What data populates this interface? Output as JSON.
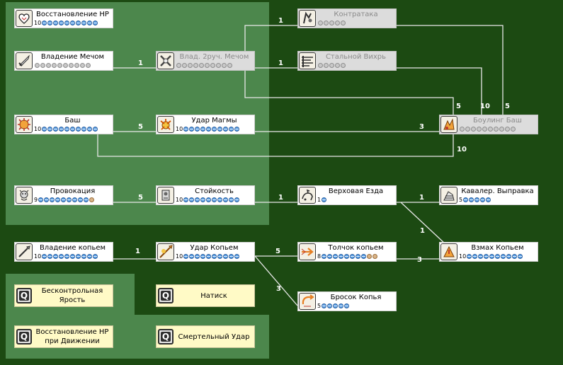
{
  "colors": {
    "background": "#1c4a12",
    "zone": "#4c874c",
    "link": "#e8e8e8",
    "level_dot": "#5aa0e6",
    "passive_card": "#fffac6"
  },
  "skills": [
    {
      "id": "hp-recovery",
      "name": "Восстановление HP",
      "level": "10",
      "max": 10,
      "bonus": 0,
      "disabled": false,
      "icon": "heart-icon"
    },
    {
      "id": "sword-mastery",
      "name": "Владение Мечом",
      "level": "",
      "max": 10,
      "bonus": 0,
      "disabled": false,
      "icon": "sword-icon"
    },
    {
      "id": "two-hand-sword-mastery",
      "name": "Влад. 2руч. Мечом",
      "level": "",
      "max": 10,
      "bonus": 0,
      "disabled": true,
      "icon": "crossed-swords-icon"
    },
    {
      "id": "counter-attack",
      "name": "Контратака",
      "level": "",
      "max": 5,
      "bonus": 0,
      "disabled": true,
      "icon": "counter-attack-icon"
    },
    {
      "id": "steel-whirlwind",
      "name": "Стальной Вихрь",
      "level": "",
      "max": 5,
      "bonus": 0,
      "disabled": true,
      "icon": "whirlwind-icon"
    },
    {
      "id": "bash",
      "name": "Баш",
      "level": "10",
      "max": 10,
      "bonus": 0,
      "disabled": false,
      "icon": "bash-icon"
    },
    {
      "id": "magnum-break",
      "name": "Удар Магмы",
      "level": "10",
      "max": 10,
      "bonus": 0,
      "disabled": false,
      "icon": "magma-icon"
    },
    {
      "id": "bowling-bash",
      "name": "Боулинг Баш",
      "level": "",
      "max": 10,
      "bonus": 0,
      "disabled": true,
      "icon": "bowling-bash-icon"
    },
    {
      "id": "provoke",
      "name": "Провокация",
      "level": "9",
      "max": 10,
      "bonus": 1,
      "disabled": false,
      "icon": "provoke-icon"
    },
    {
      "id": "endure",
      "name": "Стойкость",
      "level": "10",
      "max": 10,
      "bonus": 0,
      "disabled": false,
      "icon": "endure-icon"
    },
    {
      "id": "riding",
      "name": "Верховая Езда",
      "level": "1",
      "max": 1,
      "bonus": 0,
      "disabled": false,
      "icon": "riding-icon"
    },
    {
      "id": "cavalier-mastery",
      "name": "Кавалер. Выправка",
      "level": "5",
      "max": 5,
      "bonus": 0,
      "disabled": false,
      "icon": "cavalier-icon"
    },
    {
      "id": "spear-mastery",
      "name": "Владение копьем",
      "level": "10",
      "max": 10,
      "bonus": 0,
      "disabled": false,
      "icon": "spear-icon"
    },
    {
      "id": "spear-stab",
      "name": "Удар Копьем",
      "level": "10",
      "max": 10,
      "bonus": 0,
      "disabled": false,
      "icon": "spear-stab-icon"
    },
    {
      "id": "pierce",
      "name": "Толчок копьем",
      "level": "8",
      "max": 10,
      "bonus": 2,
      "disabled": false,
      "icon": "pierce-icon"
    },
    {
      "id": "brandish-spear",
      "name": "Взмах Копьем",
      "level": "10",
      "max": 10,
      "bonus": 0,
      "disabled": false,
      "icon": "brandish-icon"
    },
    {
      "id": "spear-boomerang",
      "name": "Бросок Копья",
      "level": "5",
      "max": 5,
      "bonus": 0,
      "disabled": false,
      "icon": "boomerang-icon"
    }
  ],
  "passives": [
    {
      "id": "berserk",
      "lines": [
        "Бесконтрольная",
        "Ярость"
      ],
      "icon": "q-icon"
    },
    {
      "id": "charge",
      "lines": [
        "Натиск"
      ],
      "icon": "q-icon"
    },
    {
      "id": "moving-hp-recovery",
      "lines": [
        "Восстановление HP",
        "при Движении"
      ],
      "icon": "q-icon"
    },
    {
      "id": "fatal-blow",
      "lines": [
        "Смертельный Удар"
      ],
      "icon": "q-icon"
    }
  ],
  "links": [
    {
      "from": "sword-mastery",
      "to": "two-hand-sword-mastery",
      "level": "1"
    },
    {
      "from": "two-hand-sword-mastery",
      "to": "counter-attack",
      "level": "1"
    },
    {
      "from": "two-hand-sword-mastery",
      "to": "steel-whirlwind",
      "level": "1"
    },
    {
      "from": "two-hand-sword-mastery",
      "to": "bowling-bash",
      "level": "5"
    },
    {
      "from": "steel-whirlwind",
      "to": "bowling-bash",
      "level": "10"
    },
    {
      "from": "counter-attack",
      "to": "bowling-bash",
      "level": "5"
    },
    {
      "from": "bash",
      "to": "magnum-break",
      "level": "5"
    },
    {
      "from": "magnum-break",
      "to": "bowling-bash",
      "level": "3"
    },
    {
      "from": "bash",
      "to": "bowling-bash",
      "level": "10"
    },
    {
      "from": "provoke",
      "to": "endure",
      "level": "5"
    },
    {
      "from": "endure",
      "to": "riding",
      "level": "1"
    },
    {
      "from": "riding",
      "to": "cavalier-mastery",
      "level": "1"
    },
    {
      "from": "riding",
      "to": "brandish-spear",
      "level": "1"
    },
    {
      "from": "spear-mastery",
      "to": "spear-stab",
      "level": "1"
    },
    {
      "from": "spear-stab",
      "to": "pierce",
      "level": "5"
    },
    {
      "from": "spear-stab",
      "to": "spear-boomerang",
      "level": "3"
    },
    {
      "from": "pierce",
      "to": "brandish-spear",
      "level": "3"
    }
  ]
}
